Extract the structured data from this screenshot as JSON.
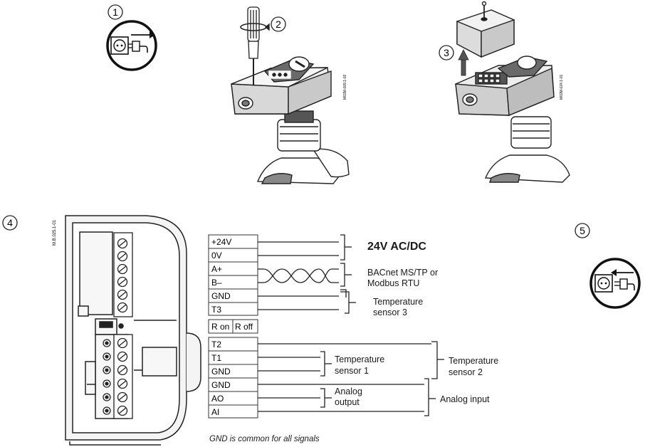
{
  "steps": {
    "s1": "1",
    "s2": "2",
    "s3": "3",
    "s4": "4",
    "s5": "5"
  },
  "codes": {
    "actuator_a": "M02M-009.1-02",
    "actuator_b": "M02M-024.1-01",
    "wiring": "M.B.025.1-01"
  },
  "terminals_top": [
    "+24V",
    "0V",
    "A+",
    "B–",
    "GND",
    "T3"
  ],
  "switch": {
    "on": "R on",
    "off": "R off"
  },
  "terminals_bottom": [
    "T2",
    "T1",
    "GND",
    "GND",
    "AO",
    "AI"
  ],
  "labels": {
    "supply": "24V AC/DC",
    "bus_line1": "BACnet MS/TP or",
    "bus_line2": "Modbus RTU",
    "temp3_line1": "Temperature",
    "temp3_line2": "sensor 3",
    "temp1_line1": "Temperature",
    "temp1_line2": "sensor 1",
    "temp2_line1": "Temperature",
    "temp2_line2": "sensor 2",
    "ao_line1": "Analog",
    "ao_line2": "output",
    "analog_input": "Analog input",
    "footnote": "GND is common for all signals"
  },
  "icons": {
    "power_out": "plug-out-icon",
    "power_in": "plug-in-icon",
    "screwdriver": "screwdriver-icon",
    "lift_arrow": "arrow-up-icon"
  }
}
